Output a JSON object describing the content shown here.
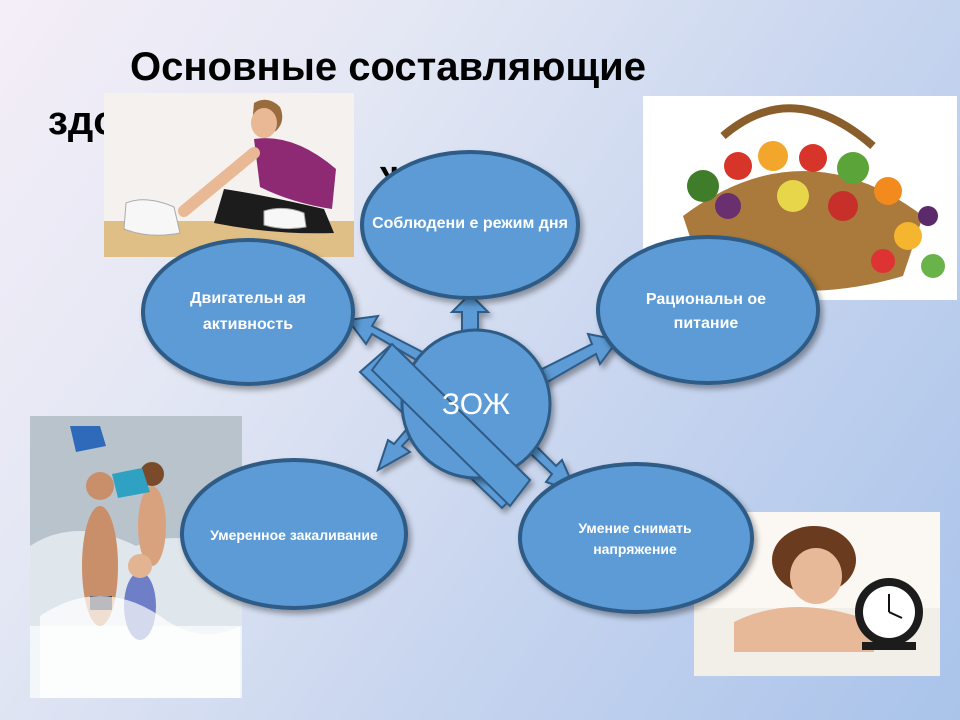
{
  "title": {
    "line1": "Основные составляющие",
    "line2": "здоровог",
    "line3": "жизни"
  },
  "diagram": {
    "center": {
      "label": "ЗОЖ"
    },
    "nodes": {
      "schedule": "Соблюдени е режим дня",
      "motion": "Двигательн ая активность",
      "nutrition": "Рациональн ое питание",
      "hardening": "Умеренное закаливание",
      "stress": "Умение снимать напряжение"
    }
  },
  "colors": {
    "node_fill": "#5b9bd5",
    "node_stroke": "#2f5b86",
    "arrow_fill": "#5b9bd5",
    "text": "#ffffff"
  }
}
